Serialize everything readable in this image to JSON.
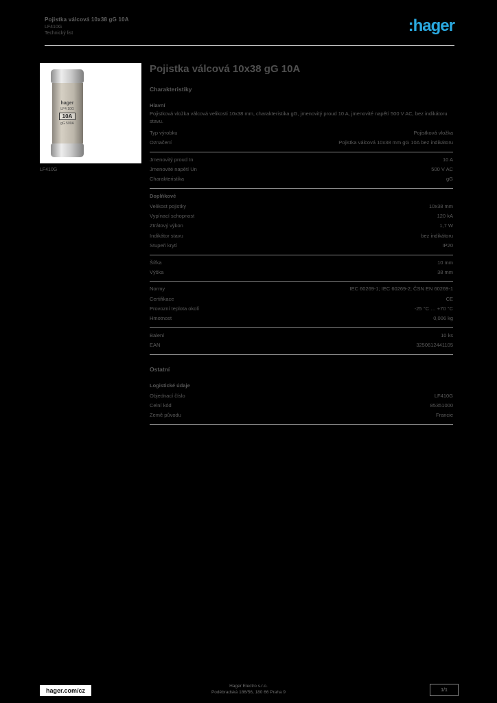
{
  "brand_color": "#2aa9e0",
  "header": {
    "line1": "Pojistka válcová 10x38 gG 10A",
    "line2": "LF410G",
    "line3": "Technický list",
    "logo_text": ":hager"
  },
  "product": {
    "image_caption": "LF410G",
    "fuse_brand": "hager",
    "fuse_ref": "LF4 10G",
    "fuse_rating": "10A",
    "fuse_char": "gG 500A"
  },
  "main": {
    "title": "Pojistka válcová 10x38 gG 10A",
    "section1_title": "Charakteristiky",
    "group_main_label": "Hlavní",
    "description": "Pojistková vložka válcová velikosti 10x38 mm, charakteristika gG, jmenovitý proud 10 A, jmenovité napětí 500 V AC, bez indikátoru stavu.",
    "rows_a": [
      {
        "label": "Typ výrobku",
        "value": "Pojistková vložka"
      },
      {
        "label": "Označení",
        "value": "Pojistka válcová 10x38 mm gG 10A bez indikátoru"
      }
    ],
    "rows_b": [
      {
        "label": "Jmenovitý proud In",
        "value": "10 A"
      },
      {
        "label": "Jmenovité napětí Un",
        "value": "500 V AC"
      },
      {
        "label": "Charakteristika",
        "value": "gG"
      }
    ],
    "group_extra_label": "Doplňkové",
    "rows_c": [
      {
        "label": "Velikost pojistky",
        "value": "10x38 mm"
      },
      {
        "label": "Vypínací schopnost",
        "value": "120 kA"
      },
      {
        "label": "Ztrátový výkon",
        "value": "1,7 W"
      },
      {
        "label": "Indikátor stavu",
        "value": "bez indikátoru"
      },
      {
        "label": "Stupeň krytí",
        "value": "IP20"
      }
    ],
    "rows_d": [
      {
        "label": "Šířka",
        "value": "10 mm"
      },
      {
        "label": "Výška",
        "value": "38 mm"
      }
    ],
    "rows_e": [
      {
        "label": "Normy",
        "value": "IEC 60269-1; IEC 60269-2; ČSN EN 60269-1"
      },
      {
        "label": "Certifikace",
        "value": "CE"
      },
      {
        "label": "Provozní teplota okolí",
        "value": "-25 °C … +70 °C"
      },
      {
        "label": "Hmotnost",
        "value": "0,006 kg"
      }
    ],
    "rows_f": [
      {
        "label": "Balení",
        "value": "10 ks"
      },
      {
        "label": "EAN",
        "value": "3250612441105"
      }
    ],
    "section2_title": "Ostatní",
    "group_logistics_label": "Logistické údaje",
    "rows_g": [
      {
        "label": "Objednací číslo",
        "value": "LF410G"
      },
      {
        "label": "Celní kód",
        "value": "85351000"
      },
      {
        "label": "Země původu",
        "value": "Francie"
      }
    ]
  },
  "footer": {
    "site": "hager.com/cz",
    "company_line1": "Hager Electro s.r.o.",
    "company_line2": "Poděbradská 186/56, 180 66 Praha 9",
    "page": "1/1"
  }
}
